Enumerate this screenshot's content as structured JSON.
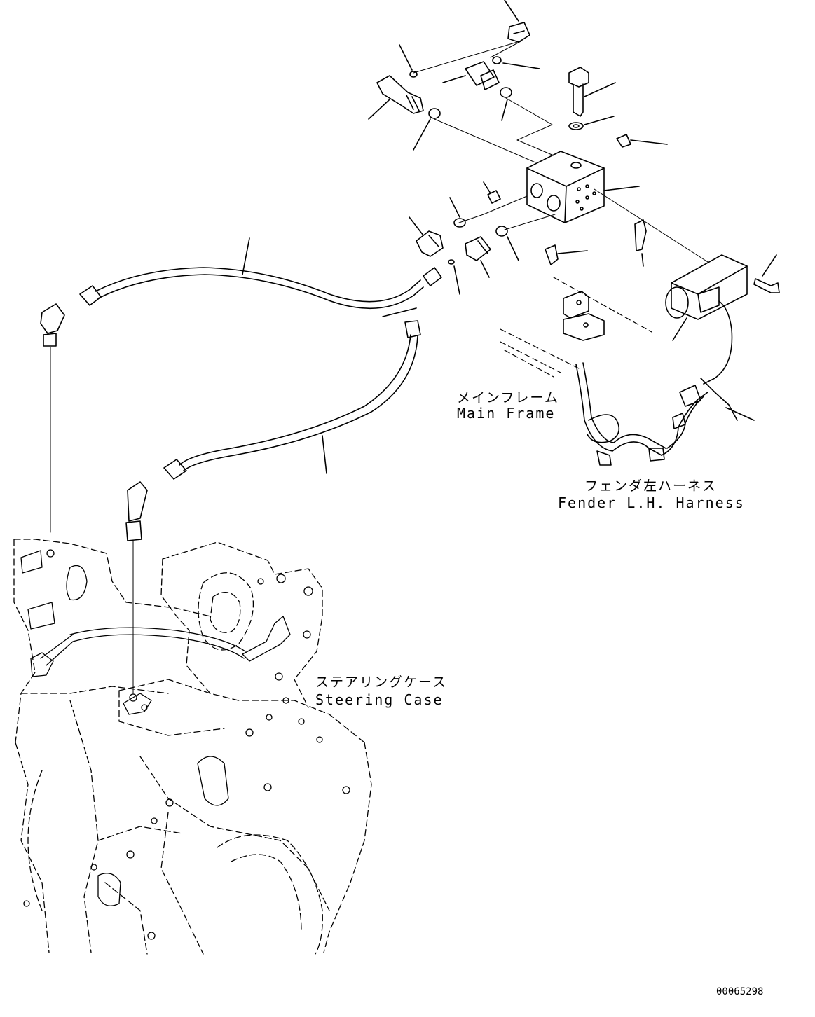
{
  "labels": {
    "main_frame_jp": "メインフレーム",
    "main_frame_en": "Main Frame",
    "fender_jp": "フェンダ左ハーネス",
    "fender_en": "Fender L.H. Harness",
    "steering_jp": "ステアリングケース",
    "steering_en": "Steering Case"
  },
  "drawing_number": "00065298",
  "colors": {
    "ink": "#000000",
    "paper": "#ffffff"
  }
}
